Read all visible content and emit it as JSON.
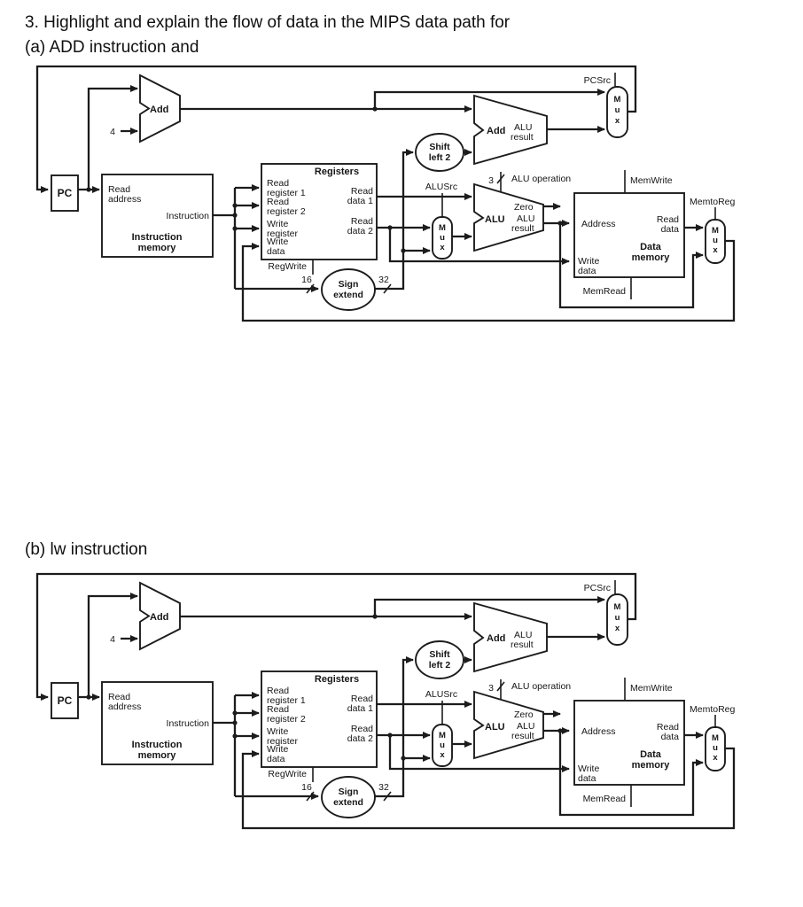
{
  "page": {
    "question_line_1": "3. Highlight and explain the flow of data in the MIPS data path for",
    "question_line_2": "(a) ADD instruction and",
    "section_b_label": "(b) lw instruction"
  },
  "colors": {
    "ink": "#1c1c1c",
    "paper": "#ffffff"
  },
  "datapath": {
    "pc": "PC",
    "increment": "4",
    "add": "Add",
    "alu": "ALU",
    "alu_result": [
      "ALU",
      "result"
    ],
    "zero": "Zero",
    "alu_op_width": "3",
    "alu_operation": "ALU operation",
    "shift_left_2": [
      "Shift",
      "left 2"
    ],
    "sign_extend": [
      "Sign",
      "extend"
    ],
    "sign_extend_in_width": "16",
    "sign_extend_out_width": "32",
    "mux": [
      "M",
      "u",
      "x"
    ],
    "instruction_memory": {
      "read_address": [
        "Read",
        "address"
      ],
      "instruction": "Instruction",
      "title": [
        "Instruction",
        "memory"
      ]
    },
    "registers": {
      "title": "Registers",
      "read_register_1": [
        "Read",
        "register 1"
      ],
      "read_register_2": [
        "Read",
        "register 2"
      ],
      "write_register": [
        "Write",
        "register"
      ],
      "write_data": [
        "Write",
        "data"
      ],
      "read_data_1": [
        "Read",
        "data 1"
      ],
      "read_data_2": [
        "Read",
        "data 2"
      ]
    },
    "data_memory": {
      "address": "Address",
      "write_data": [
        "Write",
        "data"
      ],
      "read_data": [
        "Read",
        "data"
      ],
      "title": [
        "Data",
        "memory"
      ]
    },
    "controls": {
      "pcsrc": "PCSrc",
      "alusrc": "ALUSrc",
      "regwrite": "RegWrite",
      "memwrite": "MemWrite",
      "memread": "MemRead",
      "memtoreg": "MemtoReg"
    }
  }
}
